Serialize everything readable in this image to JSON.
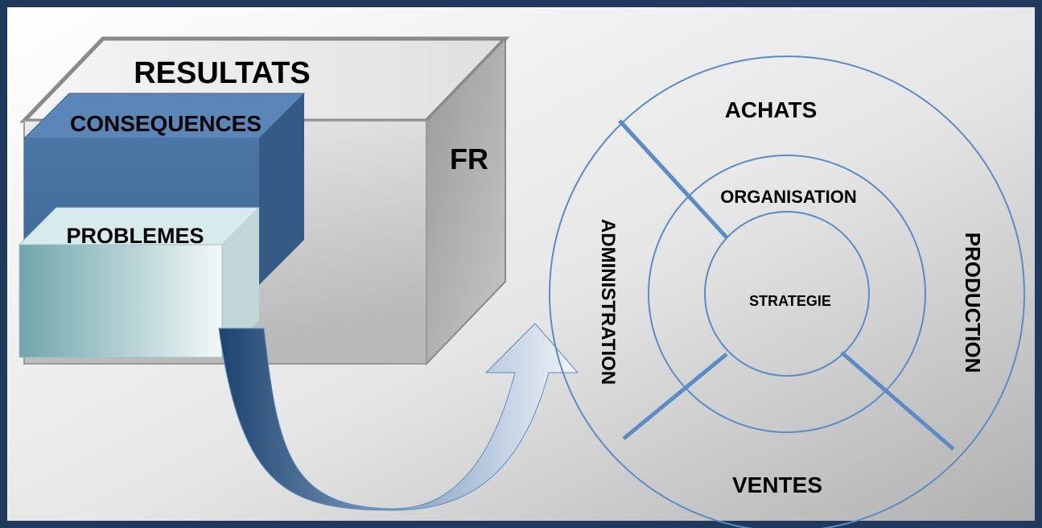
{
  "labels": {
    "resultats": "RESULTATS",
    "consequences": "CONSEQUENCES",
    "problemes": "PROBLEMES",
    "fr": "FR",
    "achats": "ACHATS",
    "organisation": "ORGANISATION",
    "strategie": "STRATEGIE",
    "administration": "ADMINISTRATION",
    "production": "PRODUCTION",
    "ventes": "VENTES"
  },
  "colors": {
    "border": "#1f3a5c",
    "background_light": "#ffffff",
    "background_dark": "#b5b5b5",
    "gray_box": "#c8c8c8",
    "consequences_box": "#45709e",
    "problemes_box_dark": "#6aa3a8",
    "problemes_box_light": "#eef5f5",
    "circle_stroke": "#5b8cc6",
    "arrow_dark": "#1f4670",
    "arrow_light": "#f0f4fa"
  }
}
